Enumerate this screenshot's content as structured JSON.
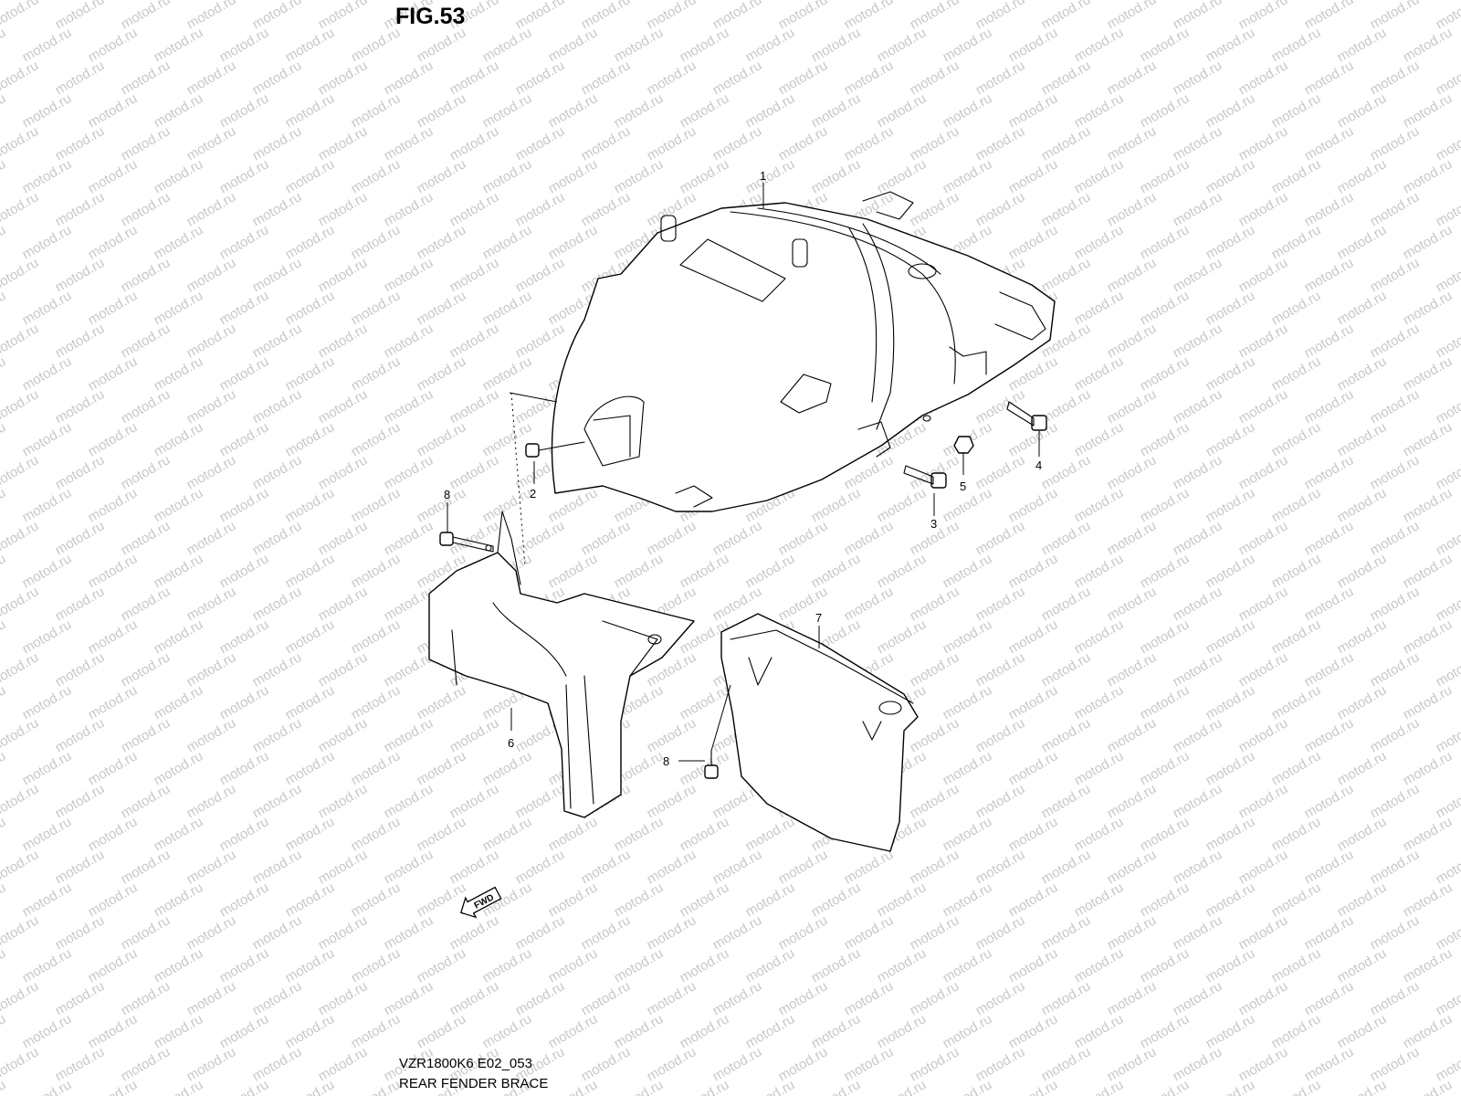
{
  "figure": {
    "title": "FIG.53"
  },
  "footer": {
    "model_code": "VZR1800K6 E02_053",
    "section_name": "REAR FENDER BRACE"
  },
  "watermark": {
    "text": "motod.ru",
    "color": "#c8c8c8"
  },
  "callouts": [
    {
      "id": "1",
      "label": "1"
    },
    {
      "id": "2",
      "label": "2"
    },
    {
      "id": "3",
      "label": "3"
    },
    {
      "id": "4",
      "label": "4"
    },
    {
      "id": "5",
      "label": "5"
    },
    {
      "id": "6",
      "label": "6"
    },
    {
      "id": "7",
      "label": "7"
    },
    {
      "id": "8a",
      "label": "8"
    },
    {
      "id": "8b",
      "label": "8"
    }
  ],
  "direction_arrow": {
    "label": "FWD",
    "icon": "forward-arrow-icon"
  }
}
